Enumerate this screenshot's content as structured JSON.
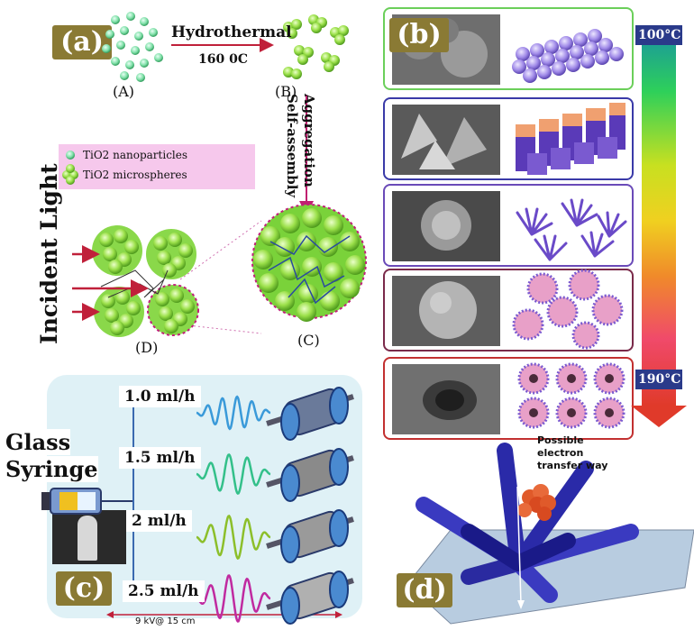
{
  "panel_a": {
    "label": "(a)",
    "hydrothermal": "Hydrothermal",
    "temperature": "160 0C",
    "label_A": "(A)",
    "label_B": "(B)",
    "aggregation": "Aggregation",
    "self_assembly": "Self-assembly",
    "legend_nanoparticles": "TiO2 nanoparticles",
    "legend_microspheres": "TiO2 microspheres",
    "incident_light": "Incident Light",
    "label_C": "(C)",
    "label_D": "(D)"
  },
  "panel_b": {
    "label": "(b)",
    "temp_top": "100°C",
    "temp_bottom": "190°C",
    "frame_colors": [
      "#6bcf5a",
      "#3a3aa8",
      "#6a4ab8",
      "#7a2a4a",
      "#c23030"
    ]
  },
  "panel_c": {
    "label": "(c)",
    "glass": "Glass",
    "syringe": "Syringe",
    "rates": [
      "1.0 ml/h",
      "1.5 ml/h",
      "2 ml/h",
      "2.5 ml/h"
    ],
    "wave_colors": [
      "#3a9ad9",
      "#33c08a",
      "#8cbf2a",
      "#c02aa0"
    ],
    "voltage": "9 kV@ 15 cm"
  },
  "panel_d": {
    "label": "(d)",
    "note_line1": "Possible",
    "note_line2": "electron",
    "note_line3": "transfer way"
  }
}
